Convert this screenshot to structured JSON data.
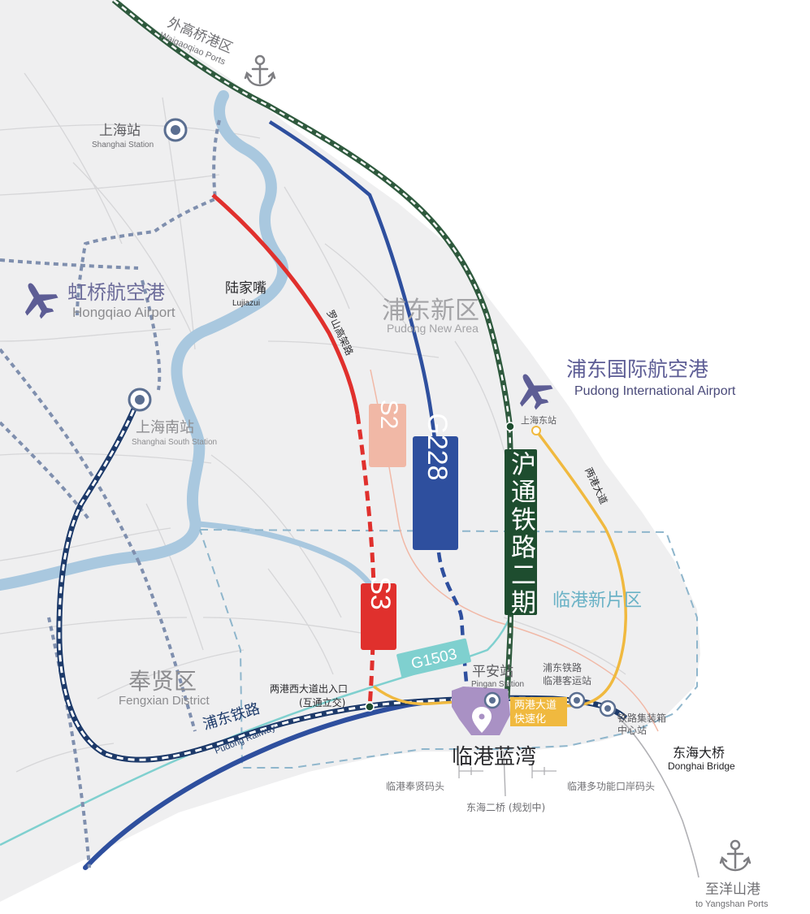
{
  "colors": {
    "land": "#efeff0",
    "sea": "#ffffff",
    "river": "#a9c8df",
    "road_minor": "#d6d6d8",
    "rail_dark": "#1d3a6a",
    "rail_green": "#2f5a3e",
    "s3": "#e0302d",
    "s2": "#f1b8a6",
    "g228": "#2e4f9e",
    "hutong": "#1e4d2f",
    "g1503": "#7fd0cf",
    "lianggang": "#f0b93f",
    "boundary": "#8fb6cc",
    "district_text": "#8d8d90",
    "airport": "#5d5d95",
    "pin": "#a991c4"
  },
  "icons": {
    "airport": "airplane-icon",
    "station": "station-icon",
    "port": "anchor-icon",
    "pin": "map-pin-icon"
  },
  "ports": {
    "waigaoqiao_cn": "外高桥港区",
    "waigaoqiao_en": "Waigaoqiao Ports",
    "yangshan_cn": "至洋山港",
    "yangshan_en": "to Yangshan Ports",
    "fengxian_dock": "临港奉贤码头",
    "multi_dock": "临港多功能口岸码头"
  },
  "stations": {
    "shanghai_cn": "上海站",
    "shanghai_en": "Shanghai Station",
    "south_cn": "上海南站",
    "south_en": "Shanghai South Station",
    "east_cn": "上海东站",
    "pingan_cn": "平安站",
    "pingan_en": "Pingan Station",
    "pudong_rail_cn": "浦东铁路",
    "pudong_rail_cn2": "临港客运站",
    "container_cn": "铁路集装箱",
    "container_cn2": "中心站"
  },
  "airports": {
    "hongqiao_cn": "虹桥航空港",
    "hongqiao_en": "Hongqiao Airport",
    "pudong_cn": "浦东国际航空港",
    "pudong_en": "Pudong International Airport"
  },
  "districts": {
    "lujiazui_cn": "陆家嘴",
    "lujiazui_en": "Lujiazui",
    "pudong_cn": "浦东新区",
    "pudong_en": "Pudong New Area",
    "fengxian_cn": "奉贤区",
    "fengxian_en": "Fengxian District",
    "lingang_new_cn": "临港新片区",
    "lingang_bay_cn": "临港蓝湾"
  },
  "roads": {
    "luoshan": "罗山高架路",
    "s2": "S2",
    "g228": "G228",
    "s3": "S3",
    "hutong": "沪通铁路二期",
    "g1503": "G1503",
    "lianggang_avenue": "两港大道",
    "lianggang_express_1": "两港大道",
    "lianggang_express_2": "快速化",
    "lianggang_west_1": "两港西大道出入口",
    "lianggang_west_2": "(互通立交)",
    "pudong_rail_cn": "浦东铁路",
    "pudong_rail_en": "Pudong Railway",
    "donghai_second": "东海二桥 (规划中)"
  },
  "bridges": {
    "donghai_cn": "东海大桥",
    "donghai_en": "Donghai Bridge"
  }
}
